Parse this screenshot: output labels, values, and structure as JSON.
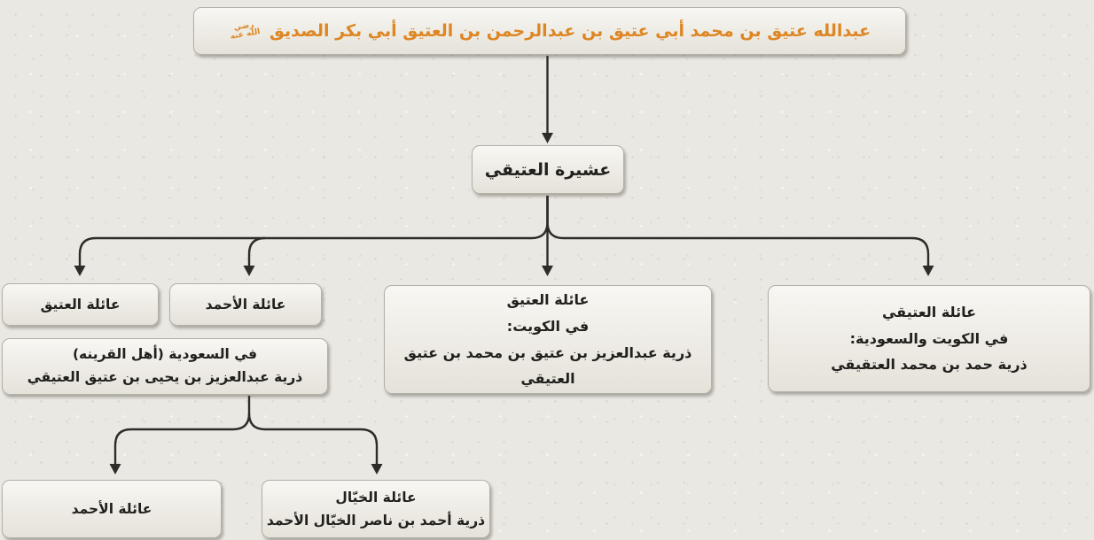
{
  "title": {
    "text": "عبدالله عتيق بن محمد أبي عتيق بن عبدالرحمن بن العتيق أبي بكر الصديق",
    "seal": "رضي الله عنه"
  },
  "nodes": {
    "clan": {
      "label": "عشيرة العتيقي"
    },
    "atiq_family": {
      "label": "عائلة العتيق"
    },
    "ahmad_family": {
      "label": "عائلة الأحمد"
    },
    "saudi_branch": {
      "lines": [
        "في السعودية (أهل القرينه)",
        "ذرية عبدالعزيز بن يحيى بن عتيق العتيقي"
      ]
    },
    "kuwait_branch": {
      "lines": [
        "عائلة العتيق",
        "في الكويت:",
        "ذرية عبدالعزيز بن عتيق بن محمد بن عتيق العتيقي"
      ]
    },
    "kuwait_saudi_branch": {
      "lines": [
        "عائلة العتيقي",
        "في الكويت والسعودية:",
        "ذرية حمد بن محمد العتقيقي"
      ]
    },
    "ahmad_family_2": {
      "label": "عائلة الأحمد"
    },
    "khayyal_branch": {
      "lines": [
        "عائلة الخيّال",
        "ذرية أحمد بن ناصر الخيّال الأحمد"
      ]
    }
  },
  "colors": {
    "title_text": "#dd8623",
    "node_text": "#21201d",
    "connector_line": "#2e2c29",
    "node_border": "#b3b0a7",
    "background": "#eae8e2"
  }
}
